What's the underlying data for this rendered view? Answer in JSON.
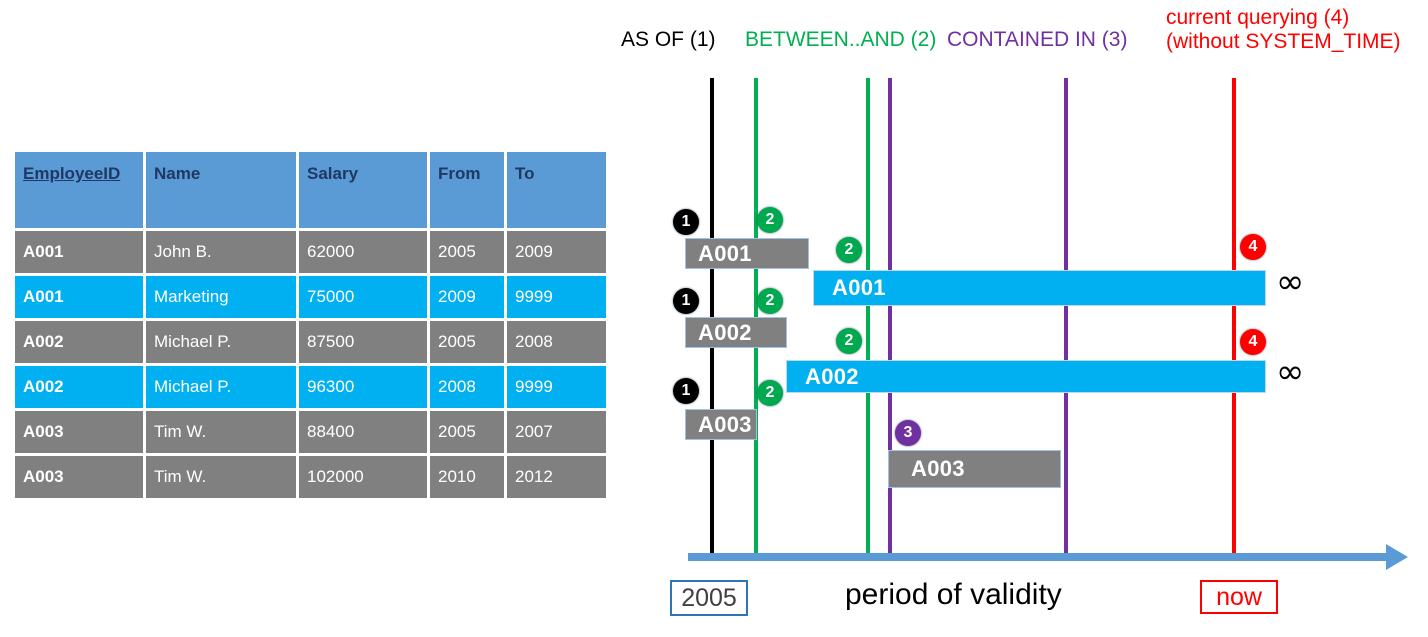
{
  "table": {
    "headers": [
      "EmployeeID",
      "Name",
      "Salary",
      "From",
      "To"
    ],
    "header_bg": "#5b9bd5",
    "header_color": "#1f3864",
    "rows": [
      {
        "style": "gray",
        "cells": [
          "A001",
          "John  B.",
          "62000",
          "2005",
          "2009"
        ]
      },
      {
        "style": "blue",
        "cells": [
          "A001",
          "Marketing",
          "75000",
          "2009",
          "9999"
        ]
      },
      {
        "style": "gray",
        "cells": [
          "A002",
          "Michael P.",
          "87500",
          "2005",
          "2008"
        ]
      },
      {
        "style": "blue",
        "cells": [
          "A002",
          "Michael P.",
          "96300",
          "2008",
          "9999"
        ]
      },
      {
        "style": "gray",
        "cells": [
          "A003",
          "Tim W.",
          "88400",
          "2005",
          "2007"
        ]
      },
      {
        "style": "gray",
        "cells": [
          "A003",
          "Tim W.",
          "102000",
          "2010",
          "2012"
        ]
      }
    ],
    "colors": {
      "gray": "#808080",
      "blue": "#00b0f0"
    }
  },
  "legend": [
    {
      "text": "AS OF (1)",
      "color": "#000000"
    },
    {
      "text": "BETWEEN..AND (2)",
      "color": "#00b050"
    },
    {
      "text": "CONTAINED IN (3)",
      "color": "#7030a0"
    },
    {
      "text": "current querying (4)",
      "text2": "(without SYSTEM_TIME)",
      "color": "#ff0000"
    }
  ],
  "vlines": [
    {
      "name": "as-of-line",
      "color": "#000000"
    },
    {
      "name": "between-start-line",
      "color": "#00b050"
    },
    {
      "name": "between-end-line",
      "color": "#00b050"
    },
    {
      "name": "contained-start-line",
      "color": "#7030a0"
    },
    {
      "name": "contained-end-line",
      "color": "#7030a0"
    },
    {
      "name": "now-line",
      "color": "#ff0000"
    }
  ],
  "bars": [
    {
      "label": "A001",
      "style": "gray"
    },
    {
      "label": "A001",
      "style": "blue"
    },
    {
      "label": "A002",
      "style": "gray"
    },
    {
      "label": "A002",
      "style": "blue"
    },
    {
      "label": "A003",
      "style": "gray"
    },
    {
      "label": "A003",
      "style": "gray"
    }
  ],
  "badges": [
    {
      "n": "1",
      "kind": "b1"
    },
    {
      "n": "2",
      "kind": "b2"
    },
    {
      "n": "2",
      "kind": "b2"
    },
    {
      "n": "1",
      "kind": "b1"
    },
    {
      "n": "2",
      "kind": "b2"
    },
    {
      "n": "2",
      "kind": "b2"
    },
    {
      "n": "1",
      "kind": "b1"
    },
    {
      "n": "2",
      "kind": "b2"
    },
    {
      "n": "3",
      "kind": "b3"
    },
    {
      "n": "4",
      "kind": "b4"
    },
    {
      "n": "4",
      "kind": "b4"
    }
  ],
  "infinity_symbols": [
    "∞",
    "∞"
  ],
  "axis": {
    "start_label": "2005",
    "end_label": "now",
    "caption": "period of validity",
    "line_color": "#5b9bd5",
    "start_box_color": "#2e75b6",
    "end_box_color": "#ff0000"
  }
}
